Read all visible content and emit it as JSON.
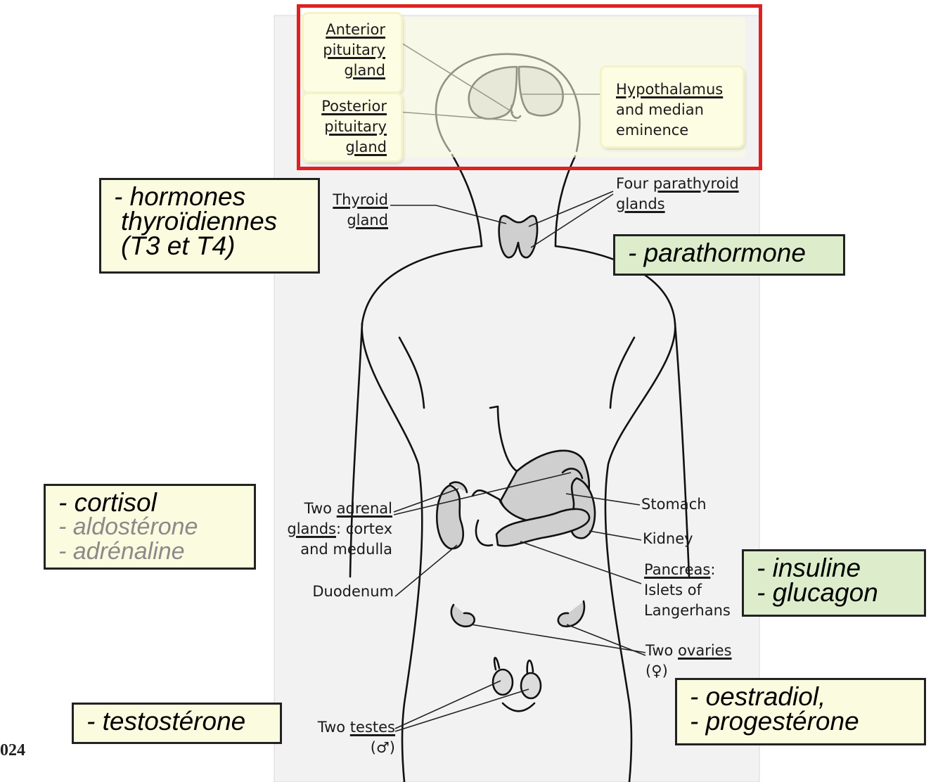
{
  "corner_text": "024",
  "anatomy_labels": {
    "anterior_pituitary": [
      "Anterior",
      "pituitary",
      "gland"
    ],
    "posterior_pituitary": [
      "Posterior",
      "pituitary",
      "gland"
    ],
    "hypothalamus": [
      "Hypothalamus",
      "and median",
      "eminence"
    ],
    "thyroid": [
      "Thyroid",
      "gland"
    ],
    "parathyroid_four": "Four",
    "parathyroid_word": "parathyroid",
    "parathyroid_glands": "glands",
    "adrenal_two": "Two",
    "adrenal_word": "adrenal",
    "adrenal_glands": "glands",
    "adrenal_rest1": ": cortex",
    "adrenal_rest2": "and medulla",
    "duodenum": "Duodenum",
    "stomach": "Stomach",
    "kidney": "Kidney",
    "pancreas": "Pancreas",
    "pancreas_colon": ":",
    "islets": "Islets of",
    "langerhans": "Langerhans",
    "ovaries_two": "Two",
    "ovaries_word": "ovaries",
    "ovaries_symbol": "(♀)",
    "testes_two": "Two",
    "testes_word": "testes",
    "testes_symbol": "(♂)"
  },
  "hormone_boxes": {
    "thyroid": [
      "- hormones",
      "thyroïdiennes",
      "(T3 et T4)"
    ],
    "parathyroid": [
      "- parathormone"
    ],
    "adrenal": {
      "main": "- cortisol",
      "secondary": [
        "- aldostérone",
        "- adrénaline"
      ]
    },
    "pancreas": [
      "- insuline",
      "- glucagon"
    ],
    "testes": [
      "- testostérone"
    ],
    "ovaries": [
      "- oestradiol,",
      "- progestérone"
    ]
  },
  "colors": {
    "highlight_frame": "#e02020",
    "box_yellow": "#fbfbe0",
    "box_green": "#ddedcc"
  }
}
